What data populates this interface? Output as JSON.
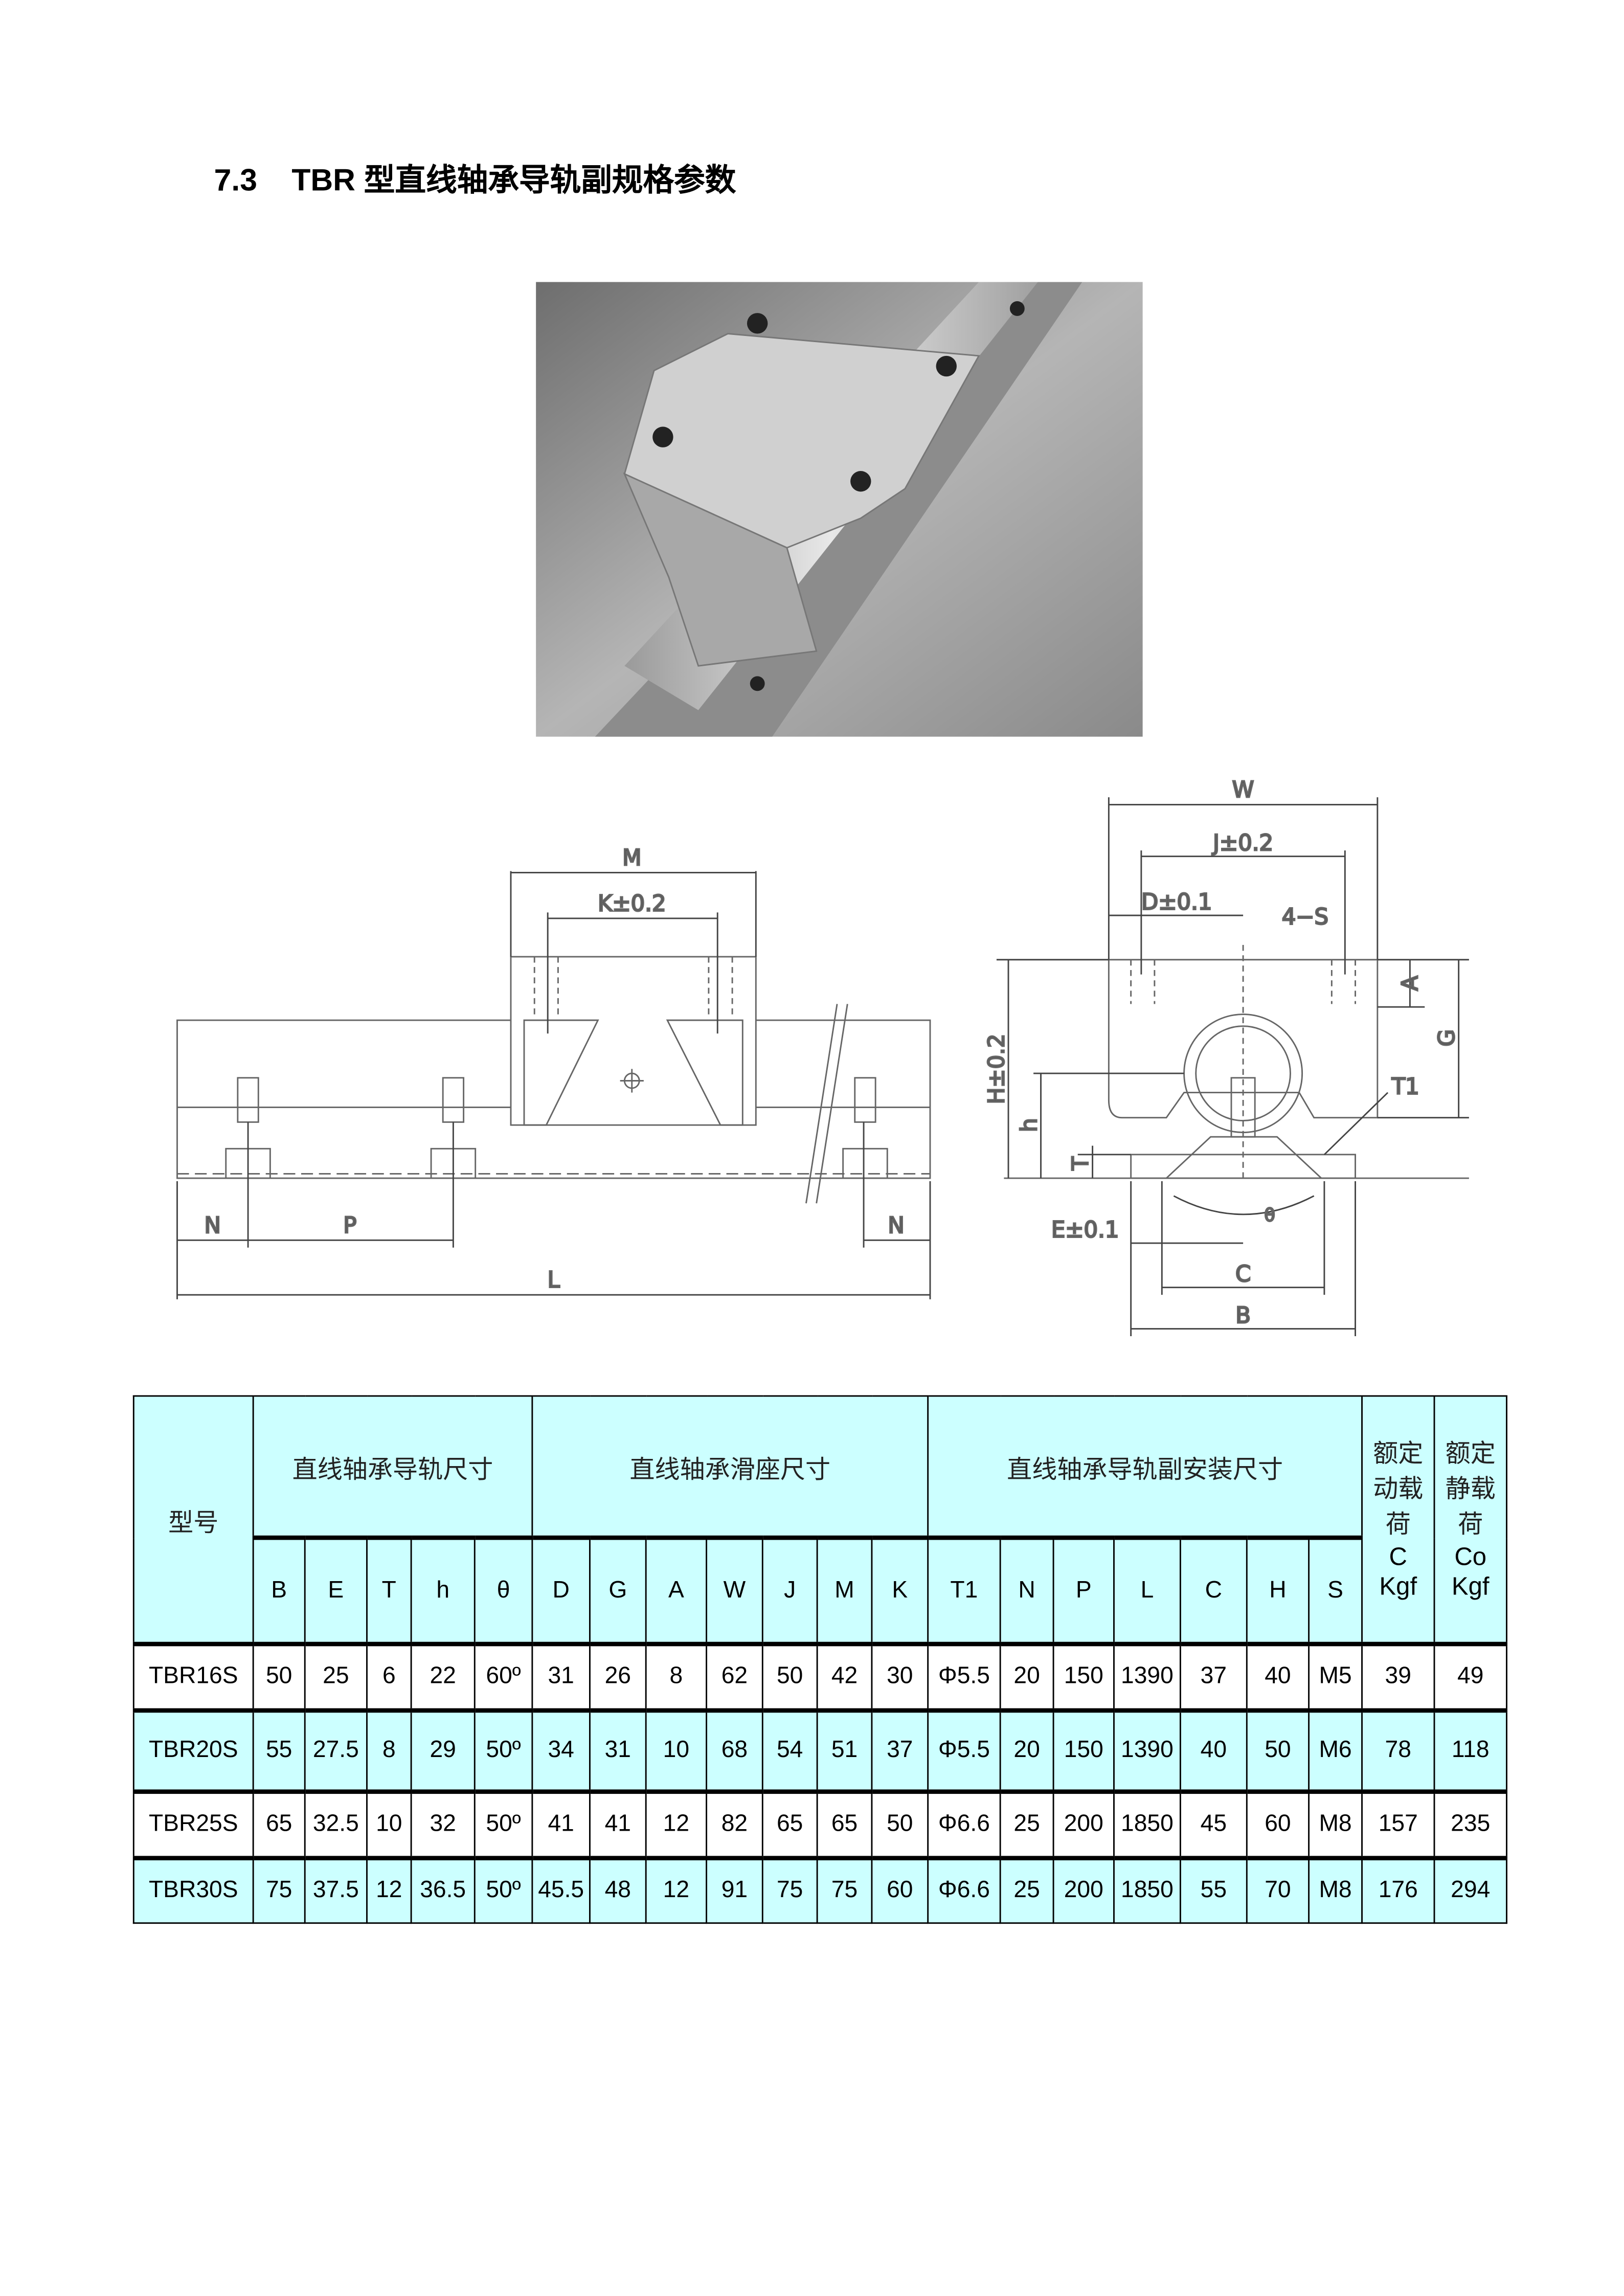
{
  "title": "7.3    TBR 型直线轴承导轨副规格参数",
  "side_drawing": {
    "M": "M",
    "K": "K±0.2",
    "N_left": "N",
    "P": "P",
    "N_right": "N",
    "L": "L"
  },
  "front_drawing": {
    "W": "W",
    "J": "J±0.2",
    "D": "D±0.1",
    "S": "4−S",
    "A": "A",
    "G": "G",
    "H": "H±0.2",
    "h": "h",
    "T": "T",
    "T1": "T1",
    "E": "E±0.1",
    "theta": "θ",
    "C": "C",
    "B": "B"
  },
  "table": {
    "model_header": "型号",
    "group_headers": [
      "直线轴承导轨尺寸",
      "直线轴承滑座尺寸",
      "直线轴承导轨副安装尺寸"
    ],
    "load_headers": [
      {
        "l1": "额定",
        "l2": "动载",
        "l3": "荷",
        "l4": "C",
        "l5": "Kgf"
      },
      {
        "l1": "额定",
        "l2": "静载",
        "l3": "荷",
        "l4": "Co",
        "l5": "Kgf"
      }
    ],
    "columns": [
      "B",
      "E",
      "T",
      "h",
      "θ",
      "D",
      "G",
      "A",
      "W",
      "J",
      "M",
      "K",
      "T1",
      "N",
      "P",
      "L",
      "C",
      "H",
      "S"
    ],
    "rows": [
      [
        "TBR16S",
        "50",
        "25",
        "6",
        "22",
        "60º",
        "31",
        "26",
        "8",
        "62",
        "50",
        "42",
        "30",
        "Φ5.5",
        "20",
        "150",
        "1390",
        "37",
        "40",
        "M5",
        "39",
        "49"
      ],
      [
        "TBR20S",
        "55",
        "27.5",
        "8",
        "29",
        "50º",
        "34",
        "31",
        "10",
        "68",
        "54",
        "51",
        "37",
        "Φ5.5",
        "20",
        "150",
        "1390",
        "40",
        "50",
        "M6",
        "78",
        "118"
      ],
      [
        "TBR25S",
        "65",
        "32.5",
        "10",
        "32",
        "50º",
        "41",
        "41",
        "12",
        "82",
        "65",
        "65",
        "50",
        "Φ6.6",
        "25",
        "200",
        "1850",
        "45",
        "60",
        "M8",
        "157",
        "235"
      ],
      [
        "TBR30S",
        "75",
        "37.5",
        "12",
        "36.5",
        "50º",
        "45.5",
        "48",
        "12",
        "91",
        "75",
        "75",
        "60",
        "Φ6.6",
        "25",
        "200",
        "1850",
        "55",
        "70",
        "M8",
        "176",
        "294"
      ]
    ]
  }
}
